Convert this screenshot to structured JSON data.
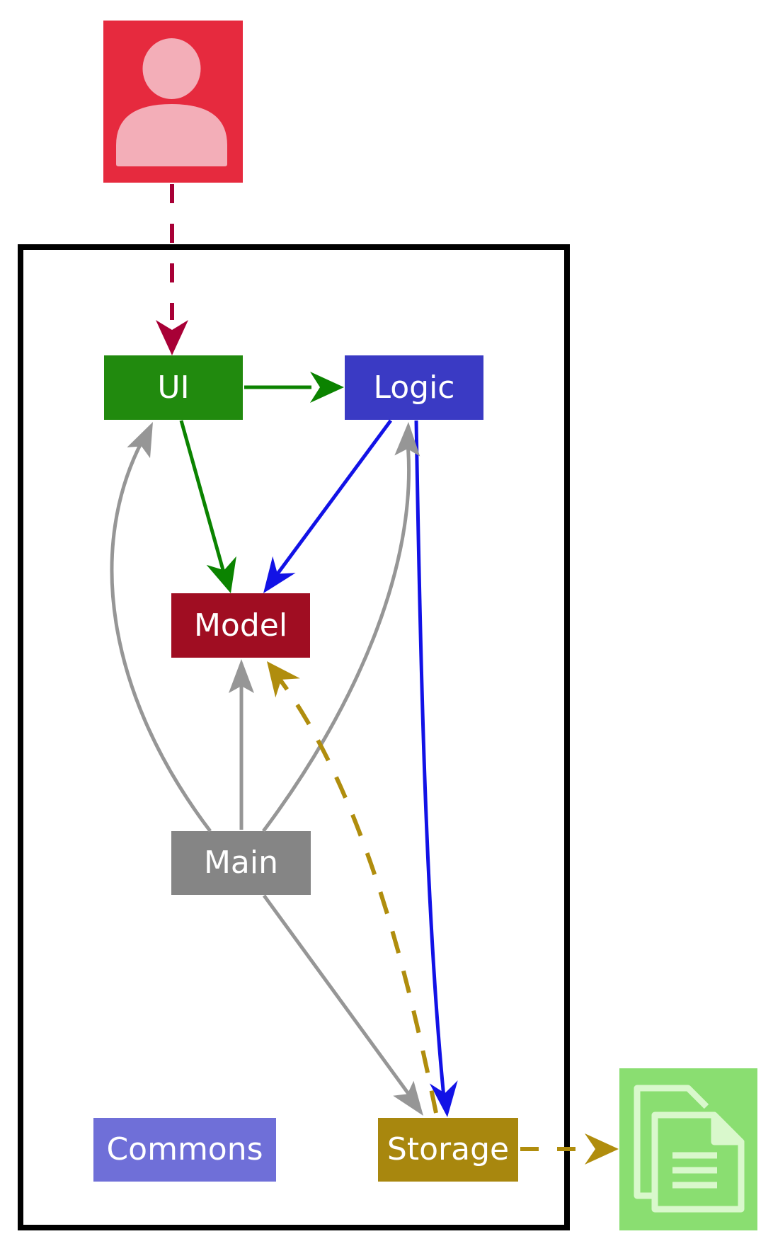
{
  "diagram": {
    "kind": "component-architecture-diagram",
    "background": "#ffffff",
    "frame_color": "#000000"
  },
  "actor": {
    "name": "user",
    "icon": "person-icon",
    "bg": "#e62a3e",
    "fg": "#f3aeb8"
  },
  "artifact": {
    "name": "documents",
    "icon": "documents-icon",
    "bg": "#8ade71",
    "fg": "#d9f8cc"
  },
  "nodes": {
    "ui": {
      "label": "UI",
      "bg": "#218a0e",
      "text_color": "#ffffff"
    },
    "logic": {
      "label": "Logic",
      "bg": "#3a3ac4",
      "text_color": "#ffffff"
    },
    "model": {
      "label": "Model",
      "bg": "#a00d22",
      "text_color": "#ffffff"
    },
    "main": {
      "label": "Main",
      "bg": "#858585",
      "text_color": "#ffffff"
    },
    "commons": {
      "label": "Commons",
      "bg": "#6f6fd8",
      "text_color": "#ffffff"
    },
    "storage": {
      "label": "Storage",
      "bg": "#a8870e",
      "text_color": "#ffffff"
    }
  },
  "edges": [
    {
      "from": "user",
      "to": "ui",
      "style": "dashed",
      "color": "#a80036"
    },
    {
      "from": "ui",
      "to": "logic",
      "style": "solid",
      "color": "#0b8300"
    },
    {
      "from": "ui",
      "to": "model",
      "style": "solid",
      "color": "#0b8300"
    },
    {
      "from": "logic",
      "to": "model",
      "style": "solid",
      "color": "#1212e6"
    },
    {
      "from": "logic",
      "to": "storage",
      "style": "solid",
      "color": "#1212e6"
    },
    {
      "from": "main",
      "to": "ui",
      "style": "solid",
      "color": "#969696"
    },
    {
      "from": "main",
      "to": "model",
      "style": "solid",
      "color": "#969696"
    },
    {
      "from": "main",
      "to": "logic",
      "style": "solid",
      "color": "#969696"
    },
    {
      "from": "main",
      "to": "storage",
      "style": "solid",
      "color": "#969696"
    },
    {
      "from": "storage",
      "to": "model",
      "style": "dashed",
      "color": "#b08d0d"
    },
    {
      "from": "storage",
      "to": "documents",
      "style": "dashed",
      "color": "#b08d0d"
    }
  ]
}
